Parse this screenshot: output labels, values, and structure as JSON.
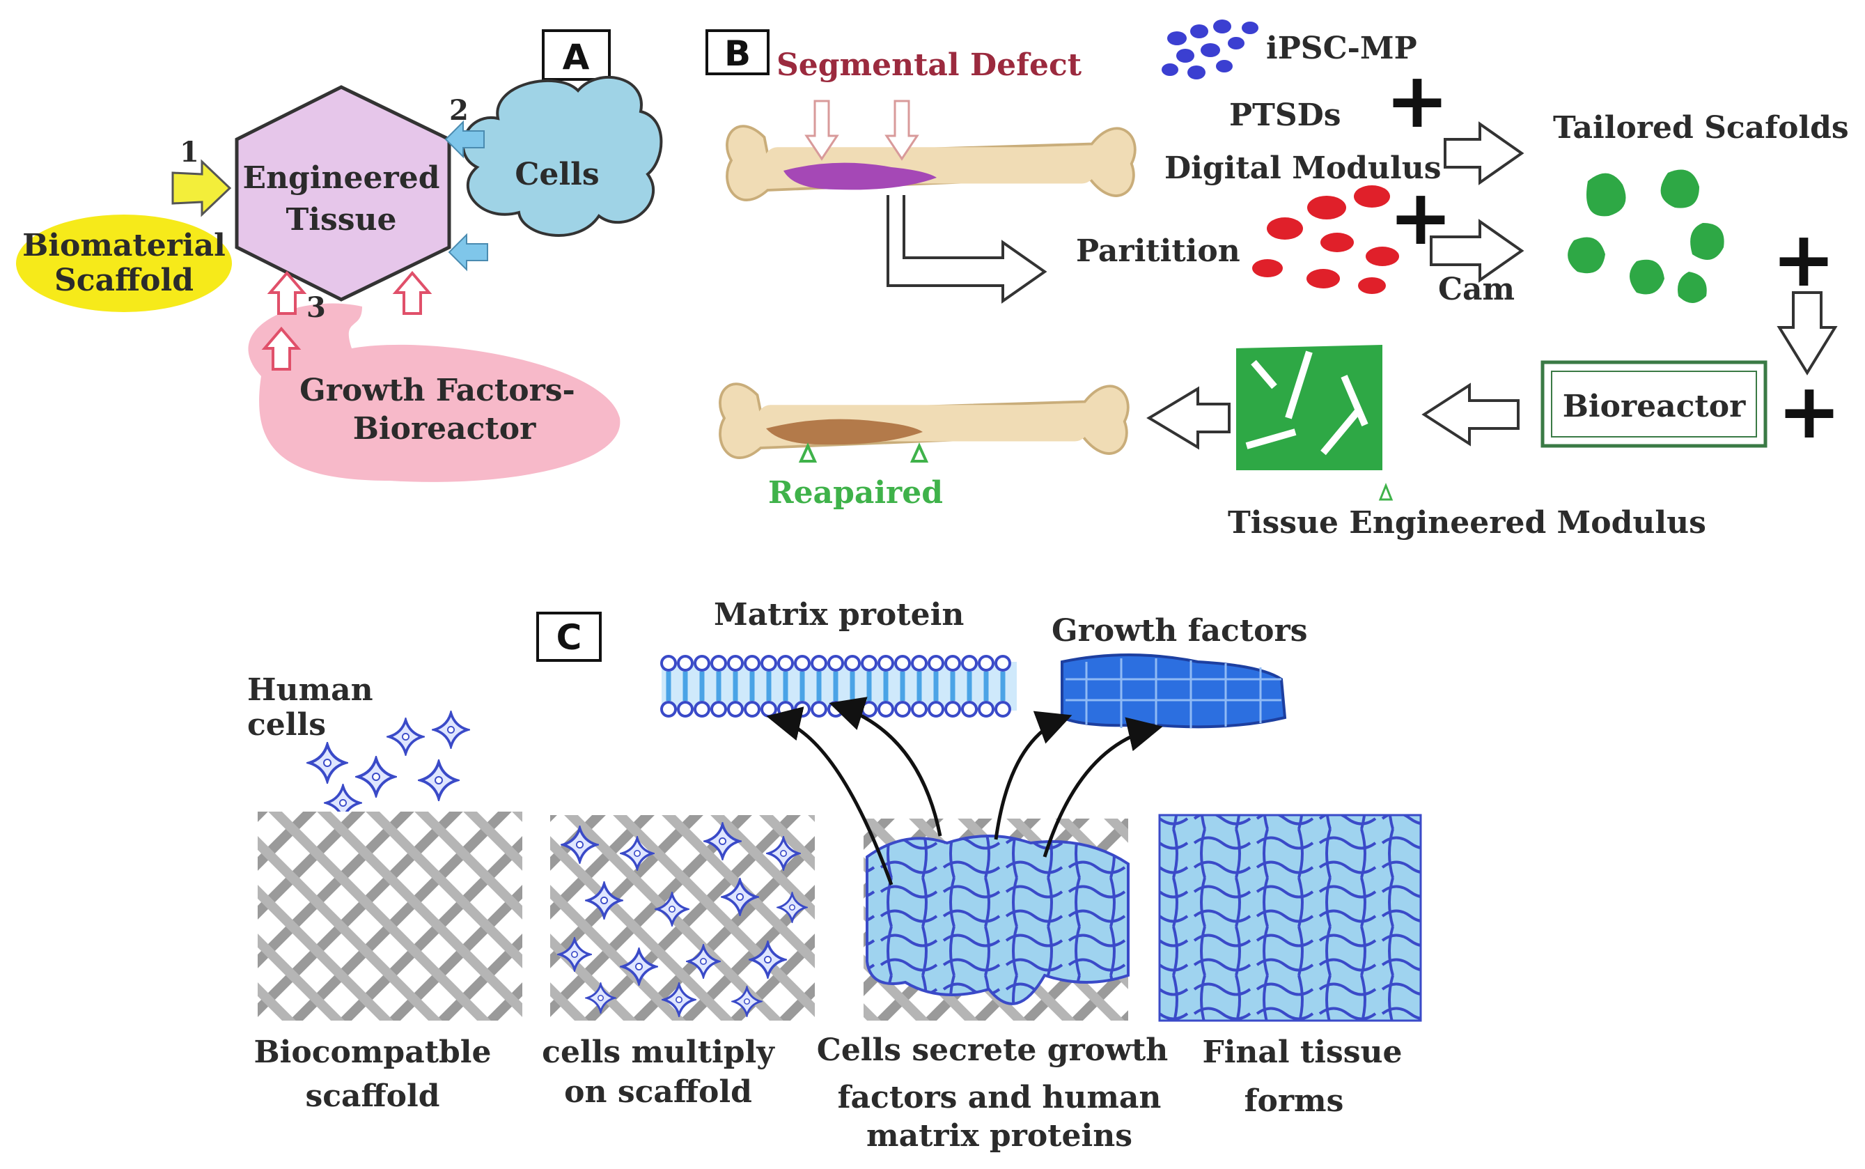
{
  "panel_a": {
    "letter": "A",
    "center": [
      "Engineered",
      "Tissue"
    ],
    "cells": "Cells",
    "scaffold": [
      "Biomaterial",
      "Scaffold"
    ],
    "growth": [
      "Growth Factors-",
      "Bioreactor"
    ],
    "step_1": "1",
    "step_2": "2",
    "step_3": "3",
    "colors": {
      "hexagon": "#e6c6ea",
      "cells": "#9fd3e6",
      "scaffold": "#f6ea1a",
      "growth": "#f7b9c9",
      "arrow_yellow": "#f3ee3a",
      "arrow_blue": "#7fc6ea",
      "arrow_red": "#e0506a"
    }
  },
  "panel_b": {
    "letter": "B",
    "segmental_defect": "Segmental Defect",
    "ipsc": "iPSC-MP",
    "ptsds": "PTSDs",
    "digital_modulus": "Digital Modulus",
    "tailored": "Tailored Scafolds",
    "partition": "Paritition",
    "cam": "Cam",
    "bioreactor": "Bioreactor",
    "repaired": "Reapaired",
    "tem": "Tissue Engineered Modulus",
    "plus": "+",
    "colors": {
      "defect_text": "#9b2a3e",
      "repaired_text": "#3fb24a",
      "defect": "#a548b6",
      "repair": "#b37a4a",
      "bone": "#f0dcb5",
      "ipsc": "#3b3fd1",
      "red_cells": "#e0202a",
      "green": "#2ea845"
    }
  },
  "panel_c": {
    "letter": "C",
    "matrix_protein": "Matrix protein",
    "growth_factors": "Growth factors",
    "human_cells": [
      "Human",
      "cells"
    ],
    "step1": [
      "Biocompatble",
      "scaffold"
    ],
    "step2": [
      "cells multiply",
      "on scaffold"
    ],
    "step3": [
      "Cells secrete growth",
      "factors and human",
      "matrix proteins"
    ],
    "step4": [
      "Final tissue",
      "forms"
    ],
    "colors": {
      "mesh": "#9a9a9a",
      "cells_outline": "#3a4ac8",
      "cell_fill": "#9fd3ef",
      "membrane": "#4aa3e6",
      "growth": "#2c6fe0"
    }
  }
}
